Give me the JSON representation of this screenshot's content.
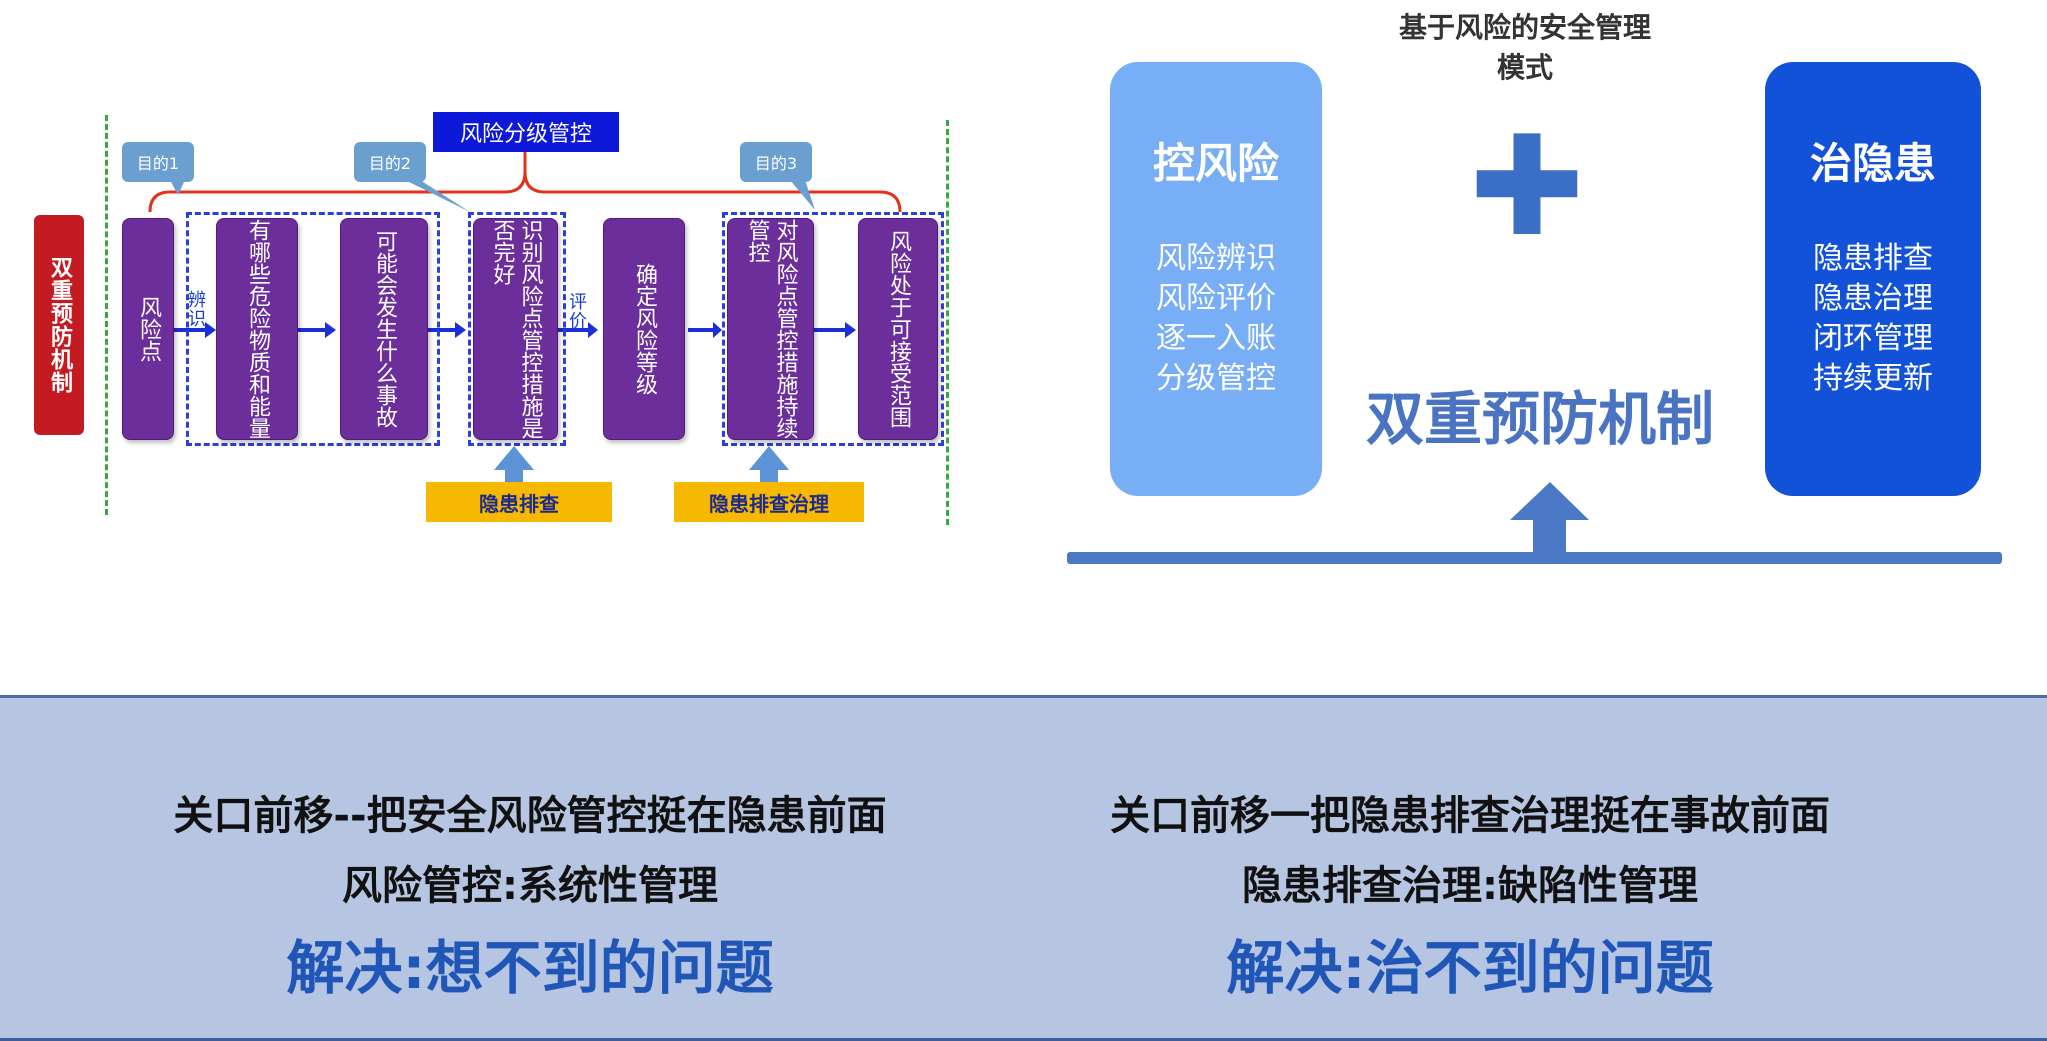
{
  "left_diagram": {
    "side_label": "双重预防机制",
    "top_label": "风险分级管控",
    "goals": [
      "目的1",
      "目的2",
      "目的3"
    ],
    "steps": [
      "风险点",
      "有哪些危险物质和能量",
      "可能会发生什么事故",
      "识别风险点管控措施是否完好",
      "确定风险等级",
      "对风险点管控措施持续管控",
      "风险处于可接受范围"
    ],
    "arrow_labels": [
      "辨识",
      "评价"
    ],
    "bottom_inputs": [
      "隐患排查",
      "隐患排查治理"
    ]
  },
  "right_diagram": {
    "title": "基于风险的安全管理模式",
    "left_box": {
      "head": "控风险",
      "lines": [
        "风险辨识",
        "风险评价",
        "逐一入账",
        "分级管控"
      ]
    },
    "right_box": {
      "head": "治隐患",
      "lines": [
        "隐患排查",
        "隐患治理",
        "闭环管理",
        "持续更新"
      ]
    },
    "plus_symbol": "✚",
    "center_label": "双重预防机制"
  },
  "bottom_panel": {
    "left": {
      "line1": "关口前移--把安全风险管控挺在隐患前面",
      "line2": "风险管控:系统性管理",
      "line3": "解决:想不到的问题"
    },
    "right": {
      "line1": "关口前移一把隐患排查治理挺在事故前面",
      "line2": "隐患排查治理:缺陷性管理",
      "line3": "解决:治不到的问题"
    }
  },
  "colors": {
    "purple": "#6b2e9b",
    "red": "#c41a22",
    "dashed_blue": "#2b3fe0",
    "light_blue_box": "#78aef5",
    "dark_blue_box": "#1152d8",
    "panel_bg": "#b5c5e2",
    "accent_text": "#1f56b7",
    "yellow": "#f6b800"
  }
}
